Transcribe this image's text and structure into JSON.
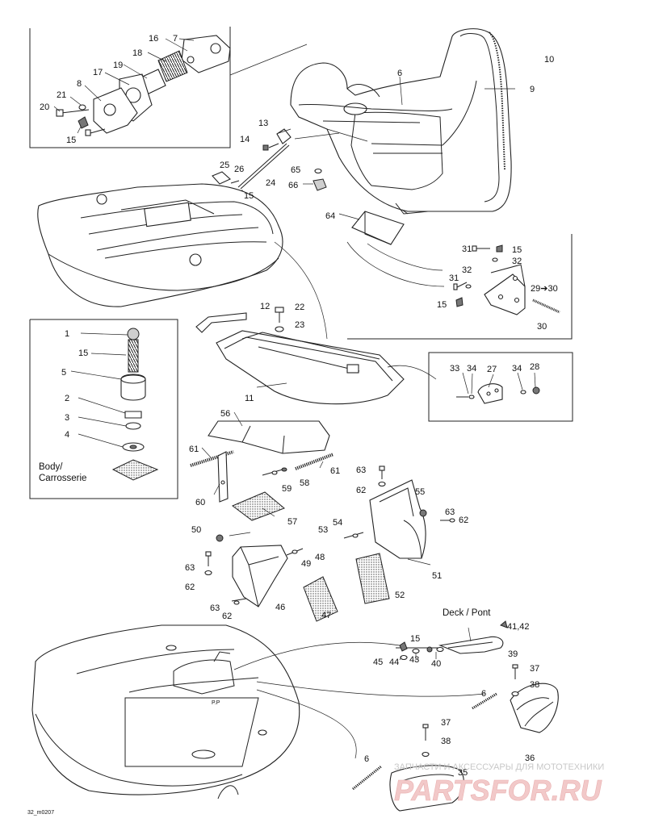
{
  "diagram": {
    "labels": [
      "16",
      "7",
      "18",
      "19",
      "17",
      "8",
      "21",
      "20",
      "15",
      "10",
      "6",
      "9",
      "13",
      "14",
      "25",
      "26",
      "15",
      "24",
      "65",
      "66",
      "64",
      "31",
      "15",
      "32",
      "32",
      "31",
      "29➔30",
      "15",
      "30",
      "12",
      "22",
      "23",
      "11",
      "1",
      "15",
      "5",
      "2",
      "3",
      "4",
      "33",
      "34",
      "27",
      "34",
      "28",
      "56",
      "61",
      "61",
      "63",
      "59",
      "58",
      "62",
      "55",
      "63",
      "62",
      "60",
      "57",
      "54",
      "53",
      "50",
      "49",
      "48",
      "63",
      "62",
      "51",
      "52",
      "63",
      "62",
      "46",
      "47",
      "15",
      "41,42",
      "45",
      "44",
      "43",
      "40",
      "39",
      "37",
      "38",
      "6",
      "37",
      "38",
      "6",
      "36",
      "35"
    ],
    "body_label": "Body/",
    "body_label_fr": "Carrosserie",
    "deck_label": "Deck / Pont",
    "drawing_code": "32_m0207",
    "watermark_text": "ЗАПЧАСТИ И АКСЕССУАРЫ ДЛЯ МОТОТЕХНИКИ",
    "watermark_logo": "PARTSFOR.RU",
    "hull_marking": "P.P"
  },
  "colors": {
    "line": "#222222",
    "watermark": "#f2c9c9",
    "background": "#ffffff"
  }
}
